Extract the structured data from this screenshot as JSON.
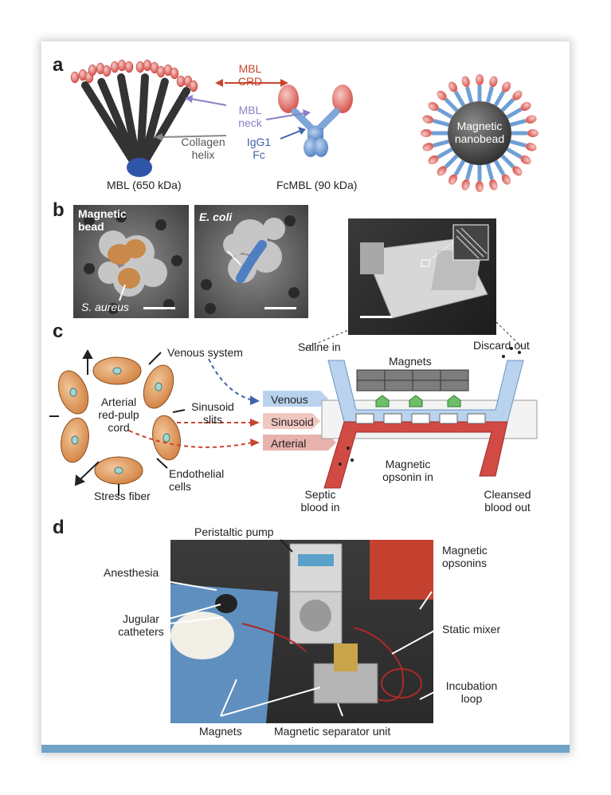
{
  "panels": {
    "a": "a",
    "b": "b",
    "c": "c",
    "d": "d"
  },
  "panel_a": {
    "mbl_crd": [
      "MBL",
      "CRD"
    ],
    "mbl_neck": [
      "MBL",
      "neck"
    ],
    "collagen_helix": [
      "Collagen",
      "helix"
    ],
    "igg1_fc": [
      "IgG1",
      "Fc"
    ],
    "mbl_caption": "MBL (650 kDa)",
    "fcmbl_caption": "FcMBL (90 kDa)",
    "nanobead": [
      "Magnetic",
      "nanobead"
    ]
  },
  "panel_b": {
    "magnetic_bead": [
      "Magnetic",
      "bead"
    ],
    "s_aureus": "S. aureus",
    "e_coli": "E. coli"
  },
  "panel_c": {
    "venous_system": "Venous system",
    "arterial_cord": [
      "Arterial",
      "red-pulp",
      "cord"
    ],
    "sinusoid_slits": [
      "Sinusoid",
      "slits"
    ],
    "endothelial_cells": [
      "Endothelial",
      "cells"
    ],
    "stress_fiber": "Stress fiber",
    "arrows": {
      "venous": "Venous",
      "sinusoid": "Sinusoid",
      "arterial": "Arterial"
    },
    "saline_in": "Saline in",
    "discard_out": "Discard out",
    "magnets": "Magnets",
    "magnetic_opsonin_in": [
      "Magnetic",
      "opsonin in"
    ],
    "septic_blood_in": [
      "Septic",
      "blood in"
    ],
    "cleansed_blood_out": [
      "Cleansed",
      "blood out"
    ]
  },
  "panel_d": {
    "peristaltic_pump": "Peristaltic pump",
    "anesthesia": "Anesthesia",
    "jugular_catheters": [
      "Jugular",
      "catheters"
    ],
    "magnetic_opsonins": [
      "Magnetic",
      "opsonins"
    ],
    "static_mixer": "Static mixer",
    "incubation_loop": [
      "Incubation",
      "loop"
    ],
    "magnets": "Magnets",
    "separator_unit": "Magnetic separator unit"
  },
  "colors": {
    "crd_red": "#d9534f",
    "fc_blue": "#5a88c8",
    "collagen": "#444444",
    "accent_bar": "#6fa3c8",
    "cell_orange": "#d98a4a"
  }
}
